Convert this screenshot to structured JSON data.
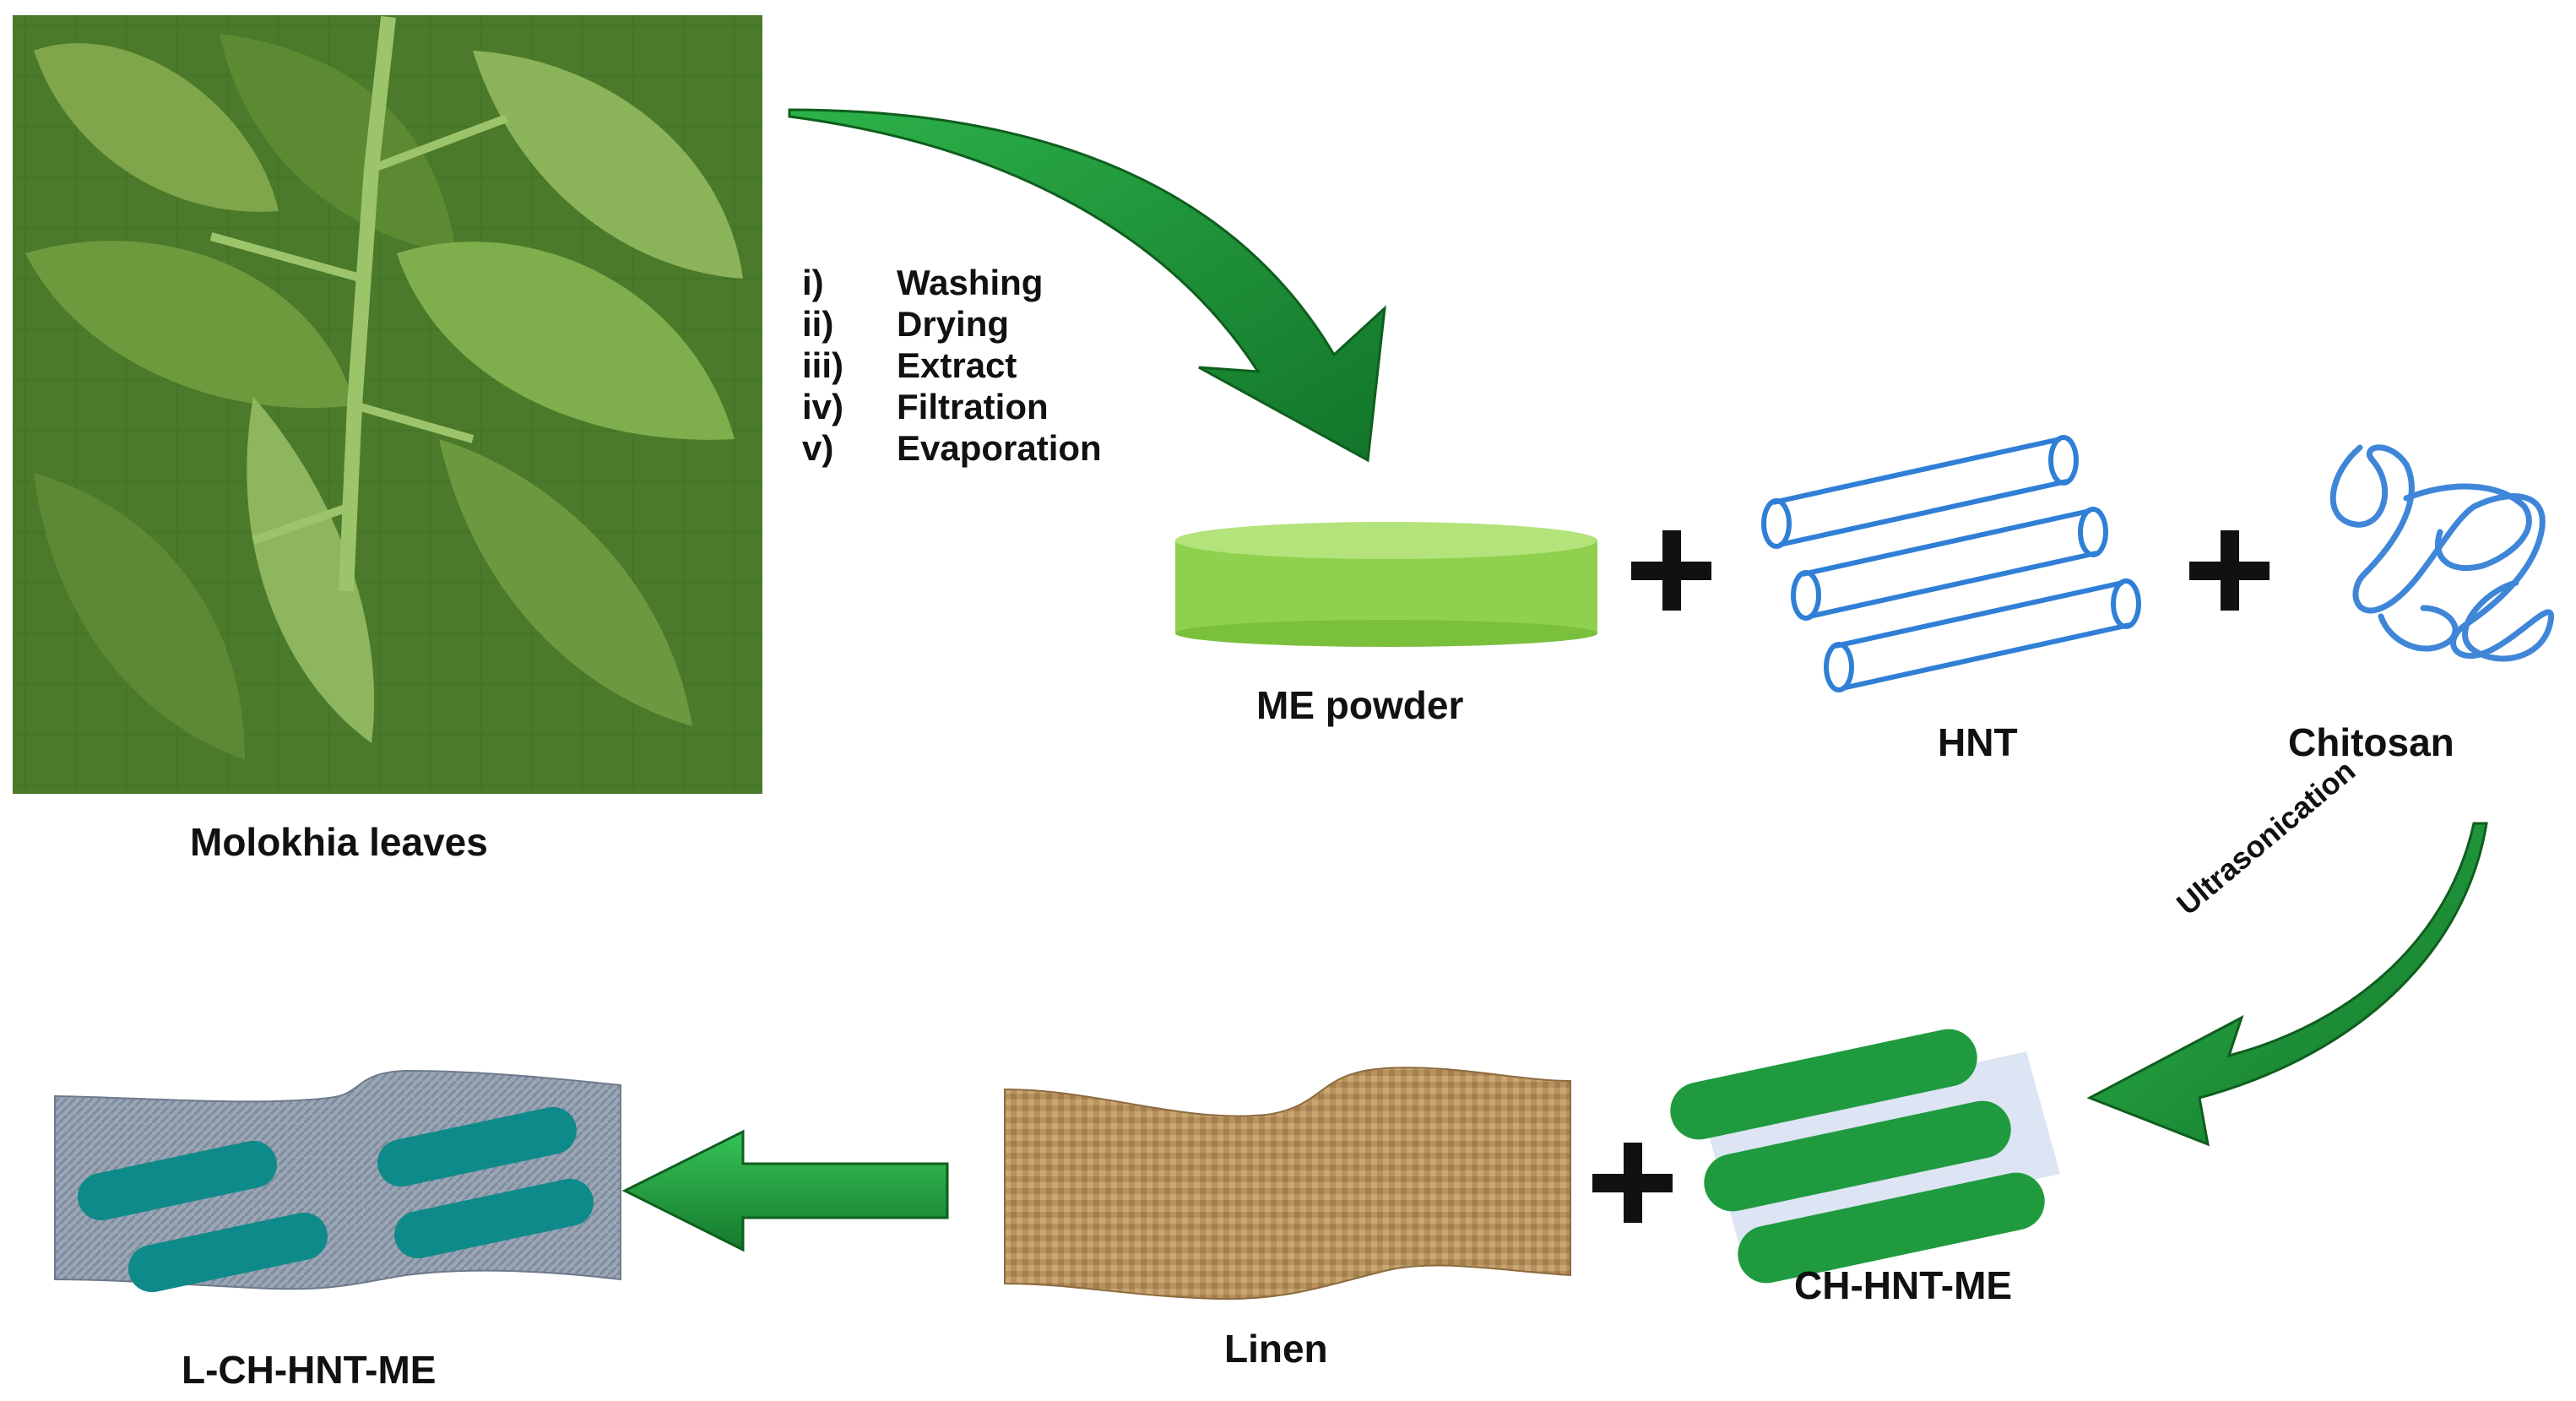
{
  "steps": [
    {
      "num": "i)",
      "text": "Washing"
    },
    {
      "num": "ii)",
      "text": "Drying"
    },
    {
      "num": "iii)",
      "text": "Extract"
    },
    {
      "num": "iv)",
      "text": "Filtration"
    },
    {
      "num": "v)",
      "text": "Evaporation"
    }
  ],
  "labels": {
    "leaves": "Molokhia  leaves",
    "me_powder": "ME powder",
    "hnt": "HNT",
    "chitosan": "Chitosan",
    "ultrasonication": "Ultrasonication",
    "ch_hnt_me": "CH-HNT-ME",
    "linen": "Linen",
    "l_ch_hnt_me": "L-CH-HNT-ME"
  },
  "colors": {
    "arrow_green": "#1e9a36",
    "arrow_dark": "#0f5e1e",
    "powder_green": "#8fd14f",
    "hnt_blue": "#2f7fd6",
    "composite_green": "#1f9a3f",
    "teal": "#0f8a8a",
    "linen": "#b8925e"
  }
}
